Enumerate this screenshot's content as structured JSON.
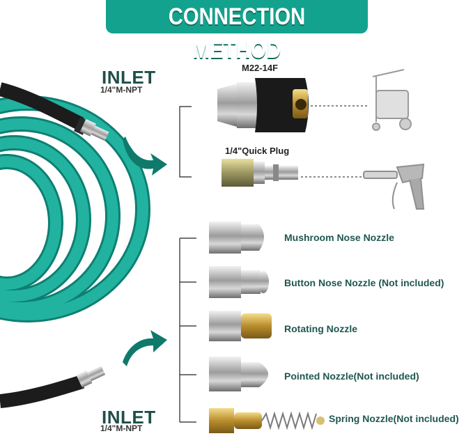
{
  "title": "CONNECTION METHOD",
  "inlet_top": {
    "label": "INLET",
    "thread": "1/4\"M-NPT"
  },
  "inlet_bottom": {
    "label": "INLET",
    "thread": "1/4\"M-NPT"
  },
  "fittings": [
    {
      "label": "M22-14F",
      "icon": "m22-coupler-icon",
      "connects_to": "pressure-washer-icon"
    },
    {
      "label": "1/4\"Quick Plug",
      "icon": "quick-plug-icon",
      "connects_to": "spray-gun-icon"
    }
  ],
  "nozzles": [
    {
      "label": "Mushroom Nose Nozzle",
      "icon": "mushroom-nozzle-icon"
    },
    {
      "label": "Button Nose Nozzle (Not included)",
      "icon": "button-nozzle-icon"
    },
    {
      "label": "Rotating Nozzle",
      "icon": "rotating-nozzle-icon"
    },
    {
      "label": "Pointed Nozzle(Not included)",
      "icon": "pointed-nozzle-icon"
    },
    {
      "label": "Spring Nozzle(Not included)",
      "icon": "spring-nozzle-icon"
    }
  ],
  "colors": {
    "brand": "#13a28e",
    "hose": "#1aa593",
    "label": "#1e4f49",
    "arrow": "#0f7a6b"
  }
}
